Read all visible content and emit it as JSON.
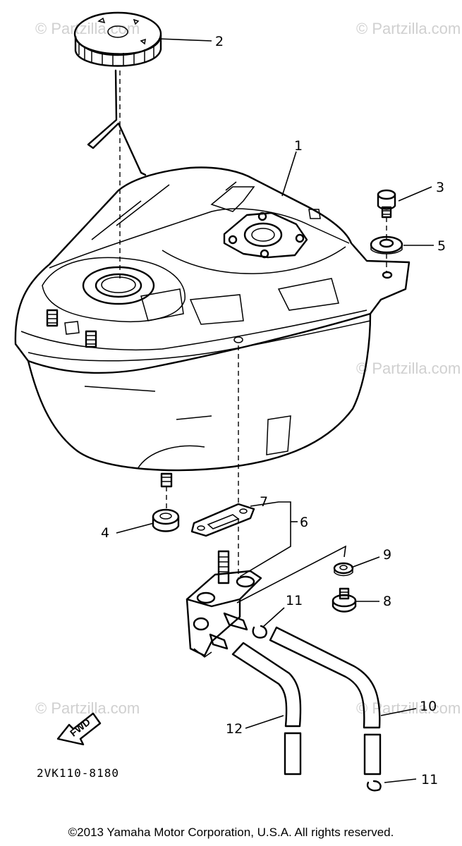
{
  "diagram": {
    "drawing_code": "2VK110-8180",
    "fwd_label": "FWD",
    "watermark": "© Partzilla.com",
    "callouts": [
      {
        "id": "c1",
        "label": "1"
      },
      {
        "id": "c2",
        "label": "2"
      },
      {
        "id": "c3",
        "label": "3"
      },
      {
        "id": "c4",
        "label": "4"
      },
      {
        "id": "c5",
        "label": "5"
      },
      {
        "id": "c6",
        "label": "6"
      },
      {
        "id": "c7",
        "label": "7"
      },
      {
        "id": "c8",
        "label": "8"
      },
      {
        "id": "c9",
        "label": "9"
      },
      {
        "id": "c10",
        "label": "10"
      },
      {
        "id": "c11a",
        "label": "11"
      },
      {
        "id": "c11b",
        "label": "11"
      },
      {
        "id": "c12",
        "label": "12"
      }
    ]
  },
  "footer": {
    "copyright": "©2013  Yamaha Motor Corporation, U.S.A. All rights reserved."
  }
}
